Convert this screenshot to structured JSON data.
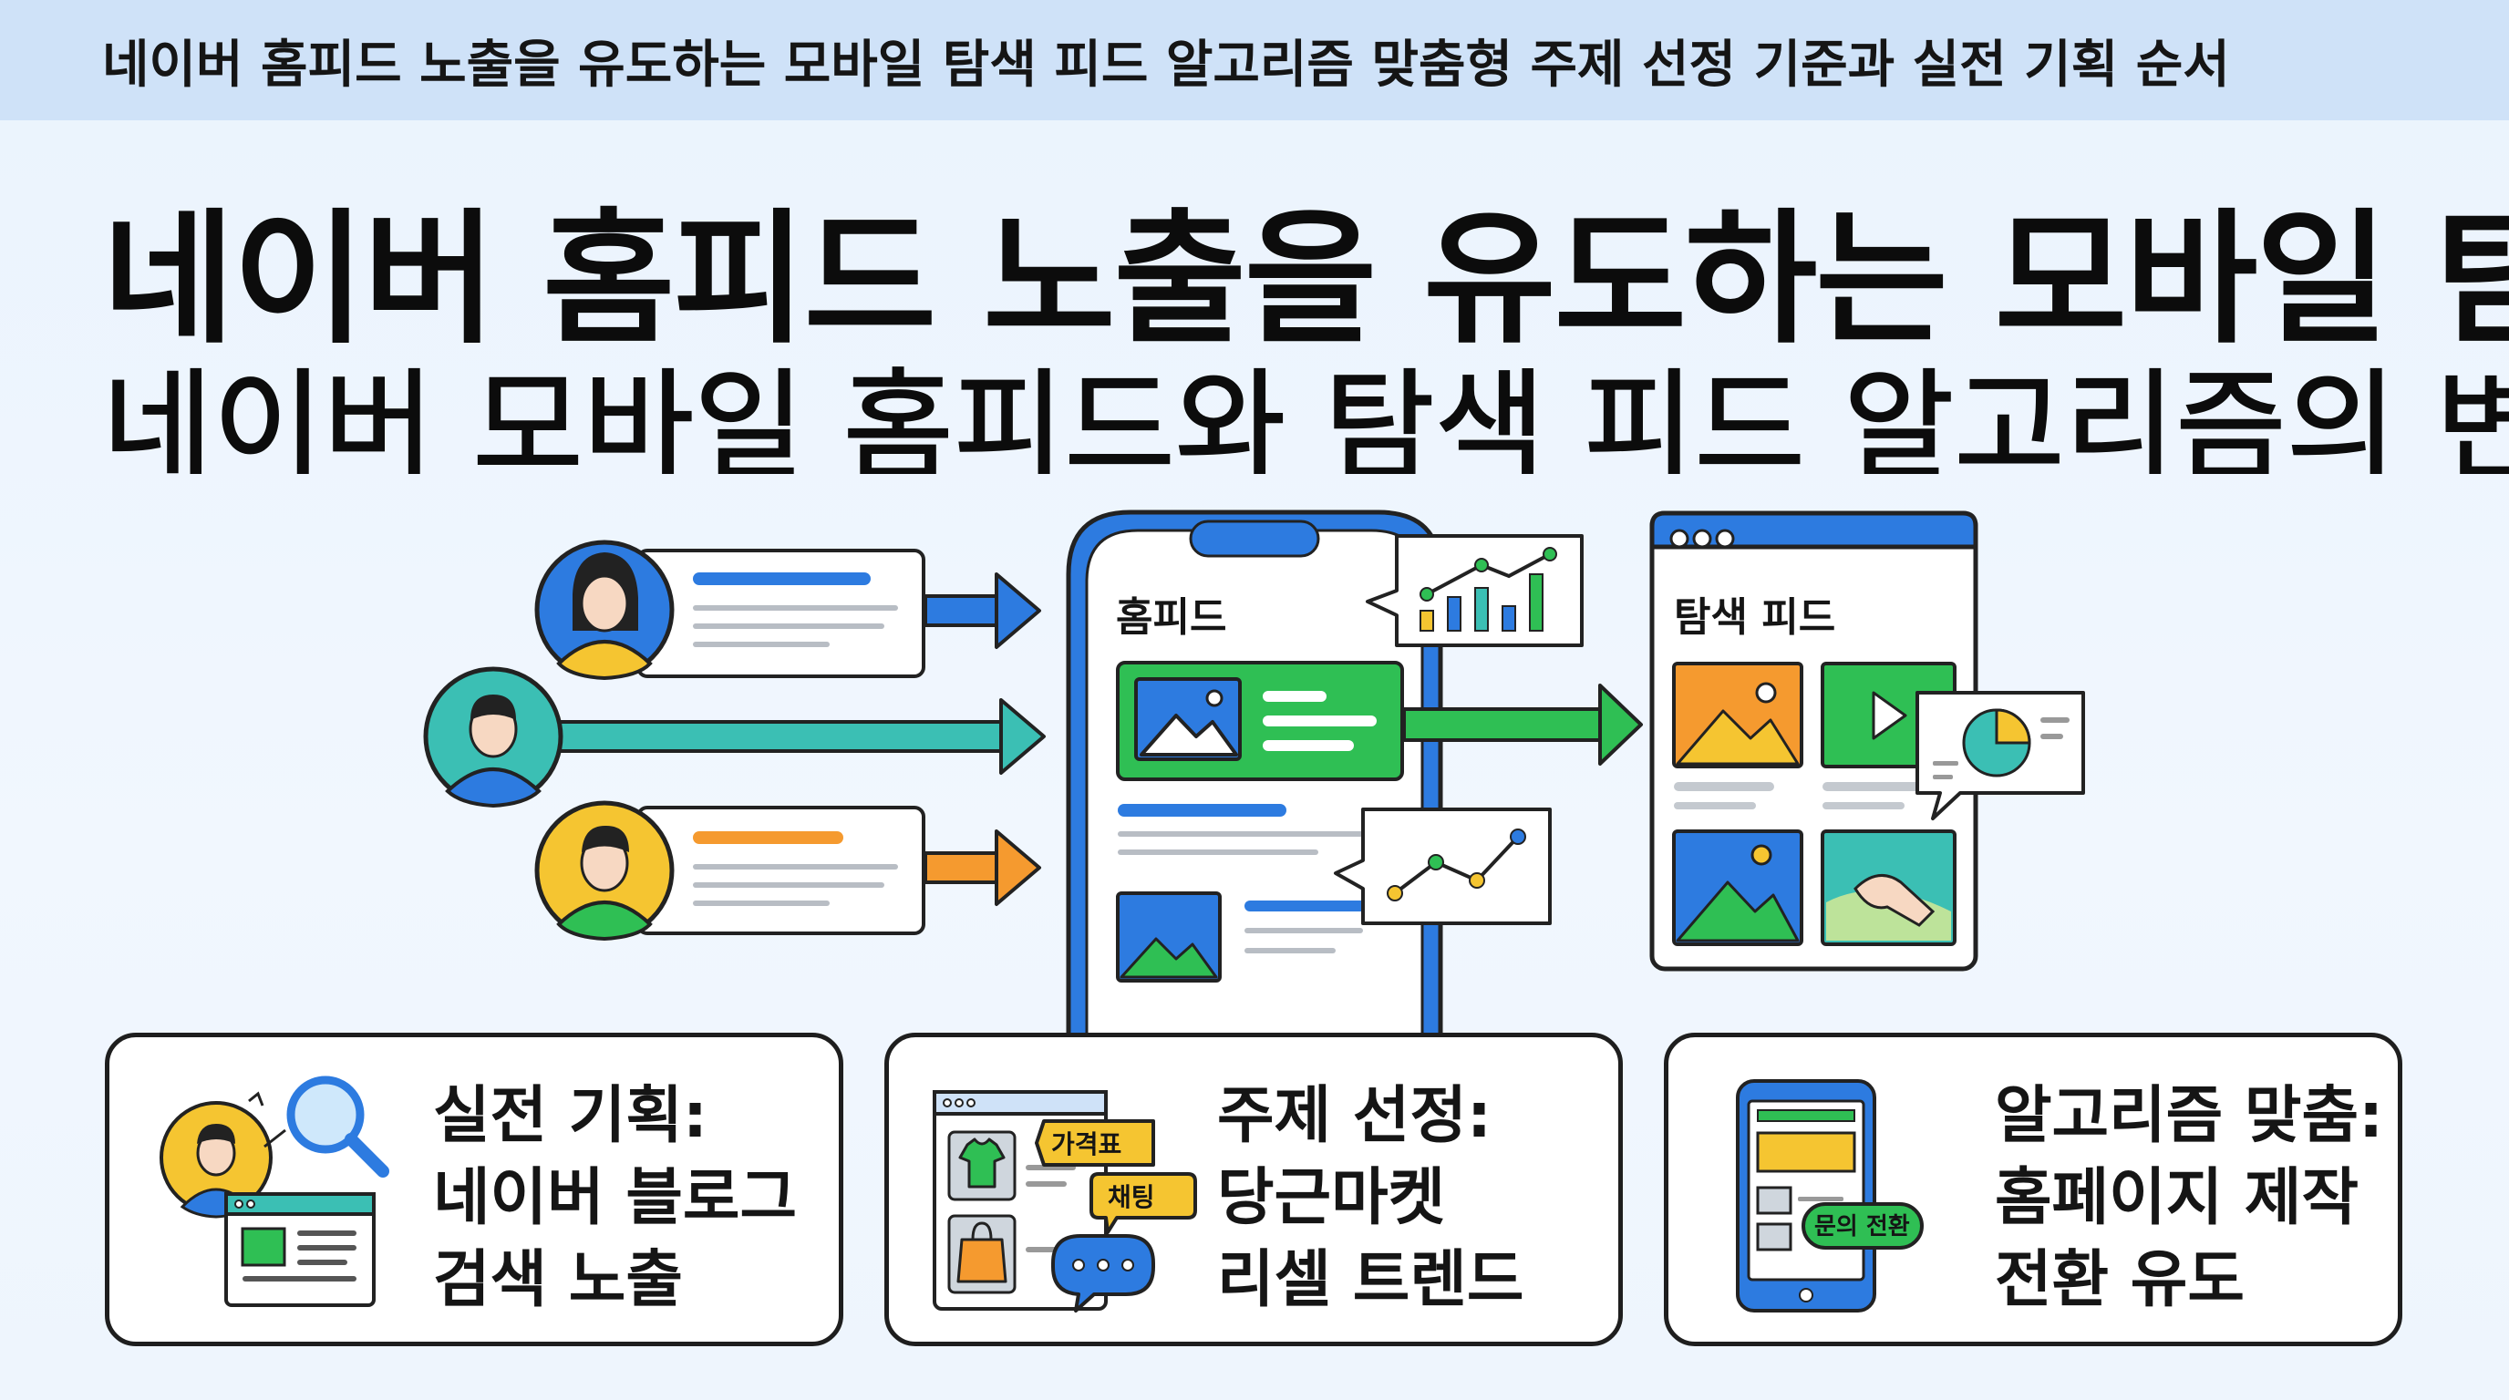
{
  "header": {
    "top_title": "네이버 홈피드 노출을 유도하는 모바일 탐색 피드 알고리즘 맞춤형 주제 선정 기준과 실전 기획 순서",
    "headline_line1": "네이버 홈피드 노출을 유도하는 모바일 탐색",
    "headline_line2": "네이버 모바일 홈피드와 탐색 피드 알고리즘의 변화"
  },
  "illustration": {
    "phone_label": "홈피드",
    "browser_label": "탐색 피드",
    "user_colors": [
      "#2d7be0",
      "#38b7b0",
      "#f5b92b"
    ],
    "accent_colors": {
      "blue": "#2d7be0",
      "teal": "#3bbfb4",
      "orange": "#f59a2f",
      "green": "#2fbf54",
      "yellow": "#f5c531"
    }
  },
  "cards": [
    {
      "line1": "실전 기획:",
      "line2": "네이버 블로그",
      "line3": "검색 노출",
      "icons": [
        "avatar-icon",
        "magnifier-icon",
        "browser-window-icon"
      ]
    },
    {
      "line1": "주제 선정:",
      "line2": "당근마켓",
      "line3": "리셀 트렌드",
      "badge1": "가격표",
      "badge2": "채팅",
      "icons": [
        "tshirt-icon",
        "shopping-bag-icon",
        "chat-bubble-icon"
      ]
    },
    {
      "line1": "알고리즘 맞춤:",
      "line2": "홈페이지 제작",
      "line3": "전환 유도",
      "badge": "문의 전환",
      "icons": [
        "smartphone-icon"
      ]
    }
  ]
}
